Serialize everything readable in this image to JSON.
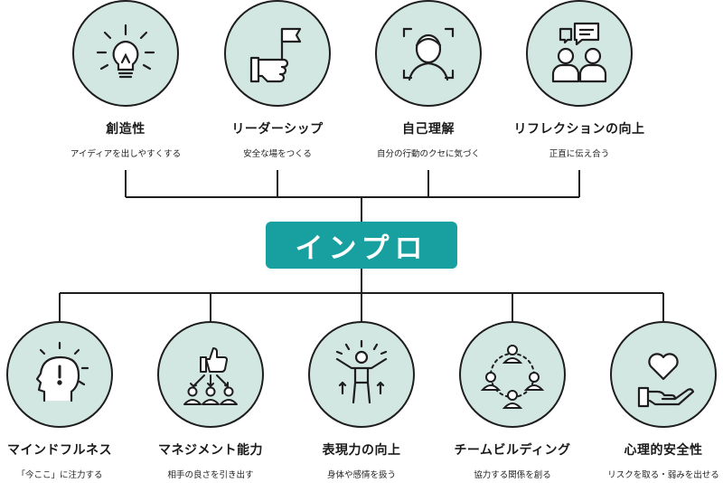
{
  "center": {
    "label": "インプロ"
  },
  "top": [
    {
      "title": "創造性",
      "sub": "アイディアを出しやすくする",
      "icon": "lightbulb-icon"
    },
    {
      "title": "リーダーシップ",
      "sub": "安全な場をつくる",
      "icon": "hand-flag-icon"
    },
    {
      "title": "自己理解",
      "sub": "自分の行動のクセに気づく",
      "icon": "face-focus-icon"
    },
    {
      "title": "リフレクションの向上",
      "sub": "正直に伝え合う",
      "icon": "people-chat-icon"
    }
  ],
  "bottom": [
    {
      "title": "マインドフルネス",
      "sub": "「今ここ」に注力する",
      "icon": "head-alert-icon"
    },
    {
      "title": "マネジメント能力",
      "sub": "相手の良さを引き出す",
      "icon": "thumbs-up-team-icon"
    },
    {
      "title": "表現力の向上",
      "sub": "身体や感情を扱う",
      "icon": "person-expression-icon"
    },
    {
      "title": "チームビルディング",
      "sub": "協力する関係を創る",
      "icon": "team-circle-icon"
    },
    {
      "title": "心理的安全性",
      "sub": "リスクを取る・弱みを出せる",
      "icon": "heart-hand-icon"
    }
  ]
}
